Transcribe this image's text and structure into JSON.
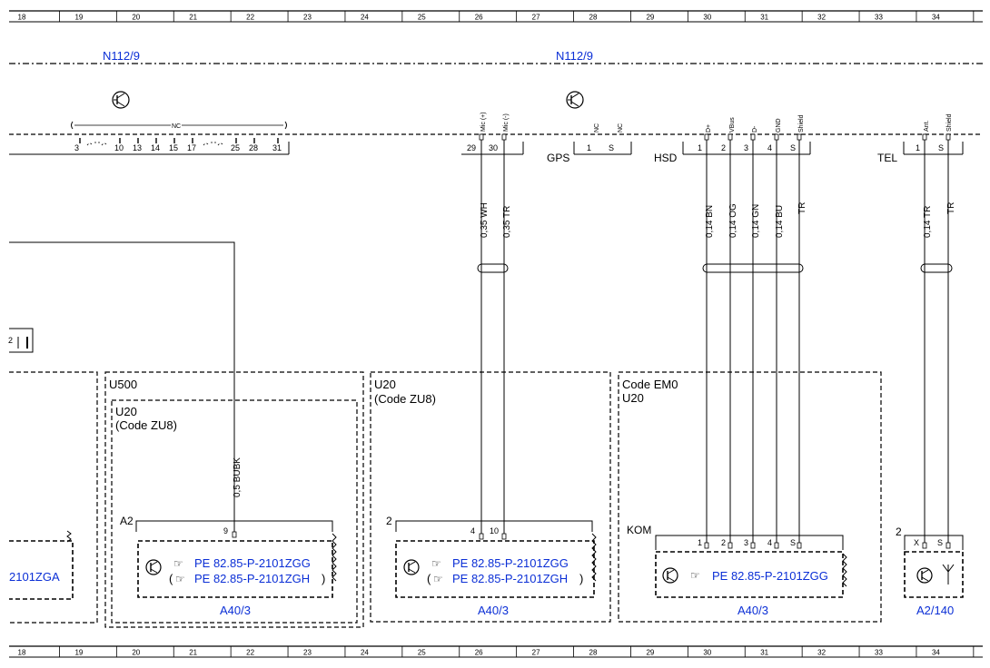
{
  "ruler": {
    "columns": [
      "18",
      "19",
      "20",
      "21",
      "22",
      "23",
      "24",
      "25",
      "26",
      "27",
      "28",
      "29",
      "30",
      "31",
      "32",
      "33",
      "34"
    ]
  },
  "components": {
    "left_n112": "N112/9",
    "right_n112": "N112/9",
    "left_connector_pins": [
      "3",
      "10",
      "13",
      "14",
      "15",
      "17",
      "25",
      "28",
      "31"
    ],
    "nc_label": "NC",
    "mic_pins": [
      "29",
      "30"
    ],
    "mic_labels": [
      "Mic (+)",
      "Mic (-)"
    ],
    "gps_label": "GPS",
    "gps_pins": [
      "1",
      "S"
    ],
    "gps_pin_labels": [
      "NC",
      "NC"
    ],
    "hsd_label": "HSD",
    "hsd_pins": [
      "1",
      "2",
      "3",
      "4",
      "S"
    ],
    "hsd_pin_labels": [
      "D+",
      "VBus",
      "D-",
      "GND",
      "Shield"
    ],
    "tel_label": "TEL",
    "tel_pins": [
      "1",
      "S"
    ],
    "tel_pin_labels": [
      "Ant.",
      "Shield"
    ]
  },
  "wires": {
    "w_bubk": "0,5 BUBK",
    "mic": [
      "0,35 WH",
      "0,35 TR"
    ],
    "hsd": [
      "0,14 BN",
      "0,14 OG",
      "0,14 GN",
      "0,14 BU",
      "TR"
    ],
    "tel": [
      "0,14 TR",
      "TR"
    ]
  },
  "frames": {
    "u500": "U500",
    "u20_a": "U20",
    "code_zu8_a": "(Code ZU8)",
    "u20_b": "U20",
    "code_zu8_b": "(Code ZU8)",
    "code_em0": "Code EM0",
    "u20_c": "U20"
  },
  "modules": {
    "left_ref": "2101ZGA",
    "a2_label": "A2",
    "a2_pin": "9",
    "ref_zgg": "PE 82.85-P-2101ZGG",
    "ref_zgh": "PE 82.85-P-2101ZGH",
    "mod2_conn": "2",
    "mod2_pins": [
      "4",
      "10"
    ],
    "kom_label": "KOM",
    "kom_pins": [
      "1",
      "2",
      "3",
      "4",
      "S"
    ],
    "tel_conn": "2",
    "tel_pins": [
      "X",
      "S"
    ],
    "a40_1": "A40/3",
    "a40_2": "A40/3",
    "a40_3": "A40/3",
    "a2_140": "A2/140",
    "paren_open": "(",
    "paren_close": ")",
    "small_box_pin": "2"
  }
}
